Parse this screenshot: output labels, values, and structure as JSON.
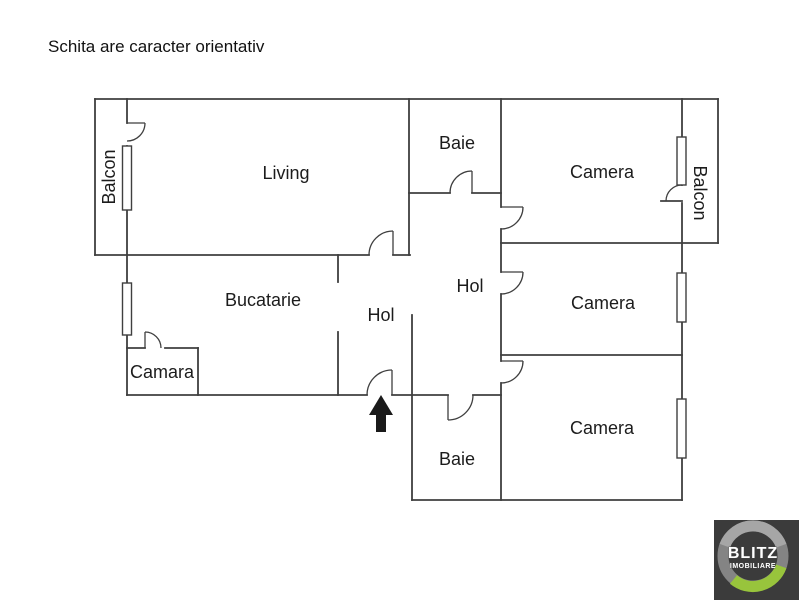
{
  "title": "Schita are caracter orientativ",
  "rooms": {
    "balcon_left": "Balcon",
    "living": "Living",
    "baie_top": "Baie",
    "camera_top": "Camera",
    "balcon_right": "Balcon",
    "bucatarie": "Bucatarie",
    "hol_center": "Hol",
    "hol_right": "Hol",
    "camera_middle": "Camera",
    "camera_bottom": "Camera",
    "camara": "Camara",
    "baie_bottom": "Baie"
  },
  "logo": {
    "brand": "BLITZ",
    "sub": "IMOBILIARE"
  },
  "colors": {
    "background": "#ffffff",
    "wall": "#3f3f3f",
    "label_text": "#1c1c1c",
    "logo_background": "#3b3b3b",
    "logo_ring_gray": "#848484",
    "logo_ring_light": "#a6a6a6",
    "logo_green": "#98c43c",
    "logo_text": "#ffffff"
  }
}
